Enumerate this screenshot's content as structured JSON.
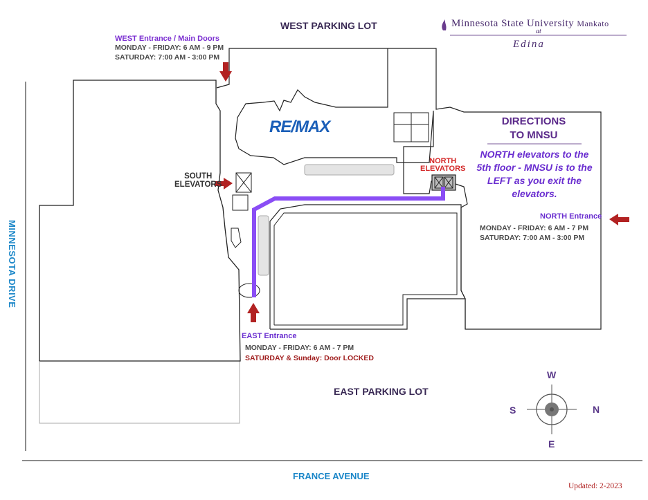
{
  "title": {
    "institution": "Minnesota State University Mankato",
    "institution_main": "Minnesota State University",
    "institution_suffix": "Mankato",
    "at": "at",
    "campus": "Edina"
  },
  "lots": {
    "west": "WEST PARKING LOT",
    "east": "EAST PARKING LOT"
  },
  "streets": {
    "france": "FRANCE  AVENUE",
    "minnesota": "MINNESOTA  DRIVE"
  },
  "entrances": {
    "west": {
      "title": "WEST  Entrance / Main Doors",
      "weekday": "MONDAY - FRIDAY:  6 AM - 9 PM",
      "saturday": "SATURDAY:  7:00 AM - 3:00 PM"
    },
    "north": {
      "title": "NORTH Entrance",
      "weekday": "MONDAY - FRIDAY:  6 AM - 7 PM",
      "saturday": "SATURDAY:  7:00 AM - 3:00 PM"
    },
    "east": {
      "title": "EAST  Entrance",
      "weekday": "MONDAY - FRIDAY:  6 AM - 7 PM",
      "weekend": "SATURDAY & Sunday:  Door LOCKED"
    }
  },
  "elevators": {
    "south": [
      "SOUTH",
      "ELEVATORS"
    ],
    "north": [
      "NORTH",
      "ELEVATORS"
    ]
  },
  "directions": {
    "title": [
      "DIRECTIONS",
      "TO MNSU"
    ],
    "body": [
      "NORTH elevators to the",
      "5th floor - MNSU is to the",
      "LEFT as you exit the",
      "elevators."
    ]
  },
  "tenant_logo": "RE/MAX",
  "compass": {
    "n": "N",
    "s": "S",
    "e": "E",
    "w": "W"
  },
  "updated": "Updated: 2-2023",
  "colors": {
    "route": "#8a4df5",
    "arrow": "#b22222",
    "accent_purple": "#6a2ed0",
    "street_blue": "#1a86c8",
    "remax_blue": "#1b5fb8",
    "remax_red": "#e0262b"
  },
  "icons": {
    "entrance_arrow": "arrow-icon",
    "elevator": "elevator-icon",
    "compass": "compass-icon",
    "brand_mark": "flame-icon"
  }
}
